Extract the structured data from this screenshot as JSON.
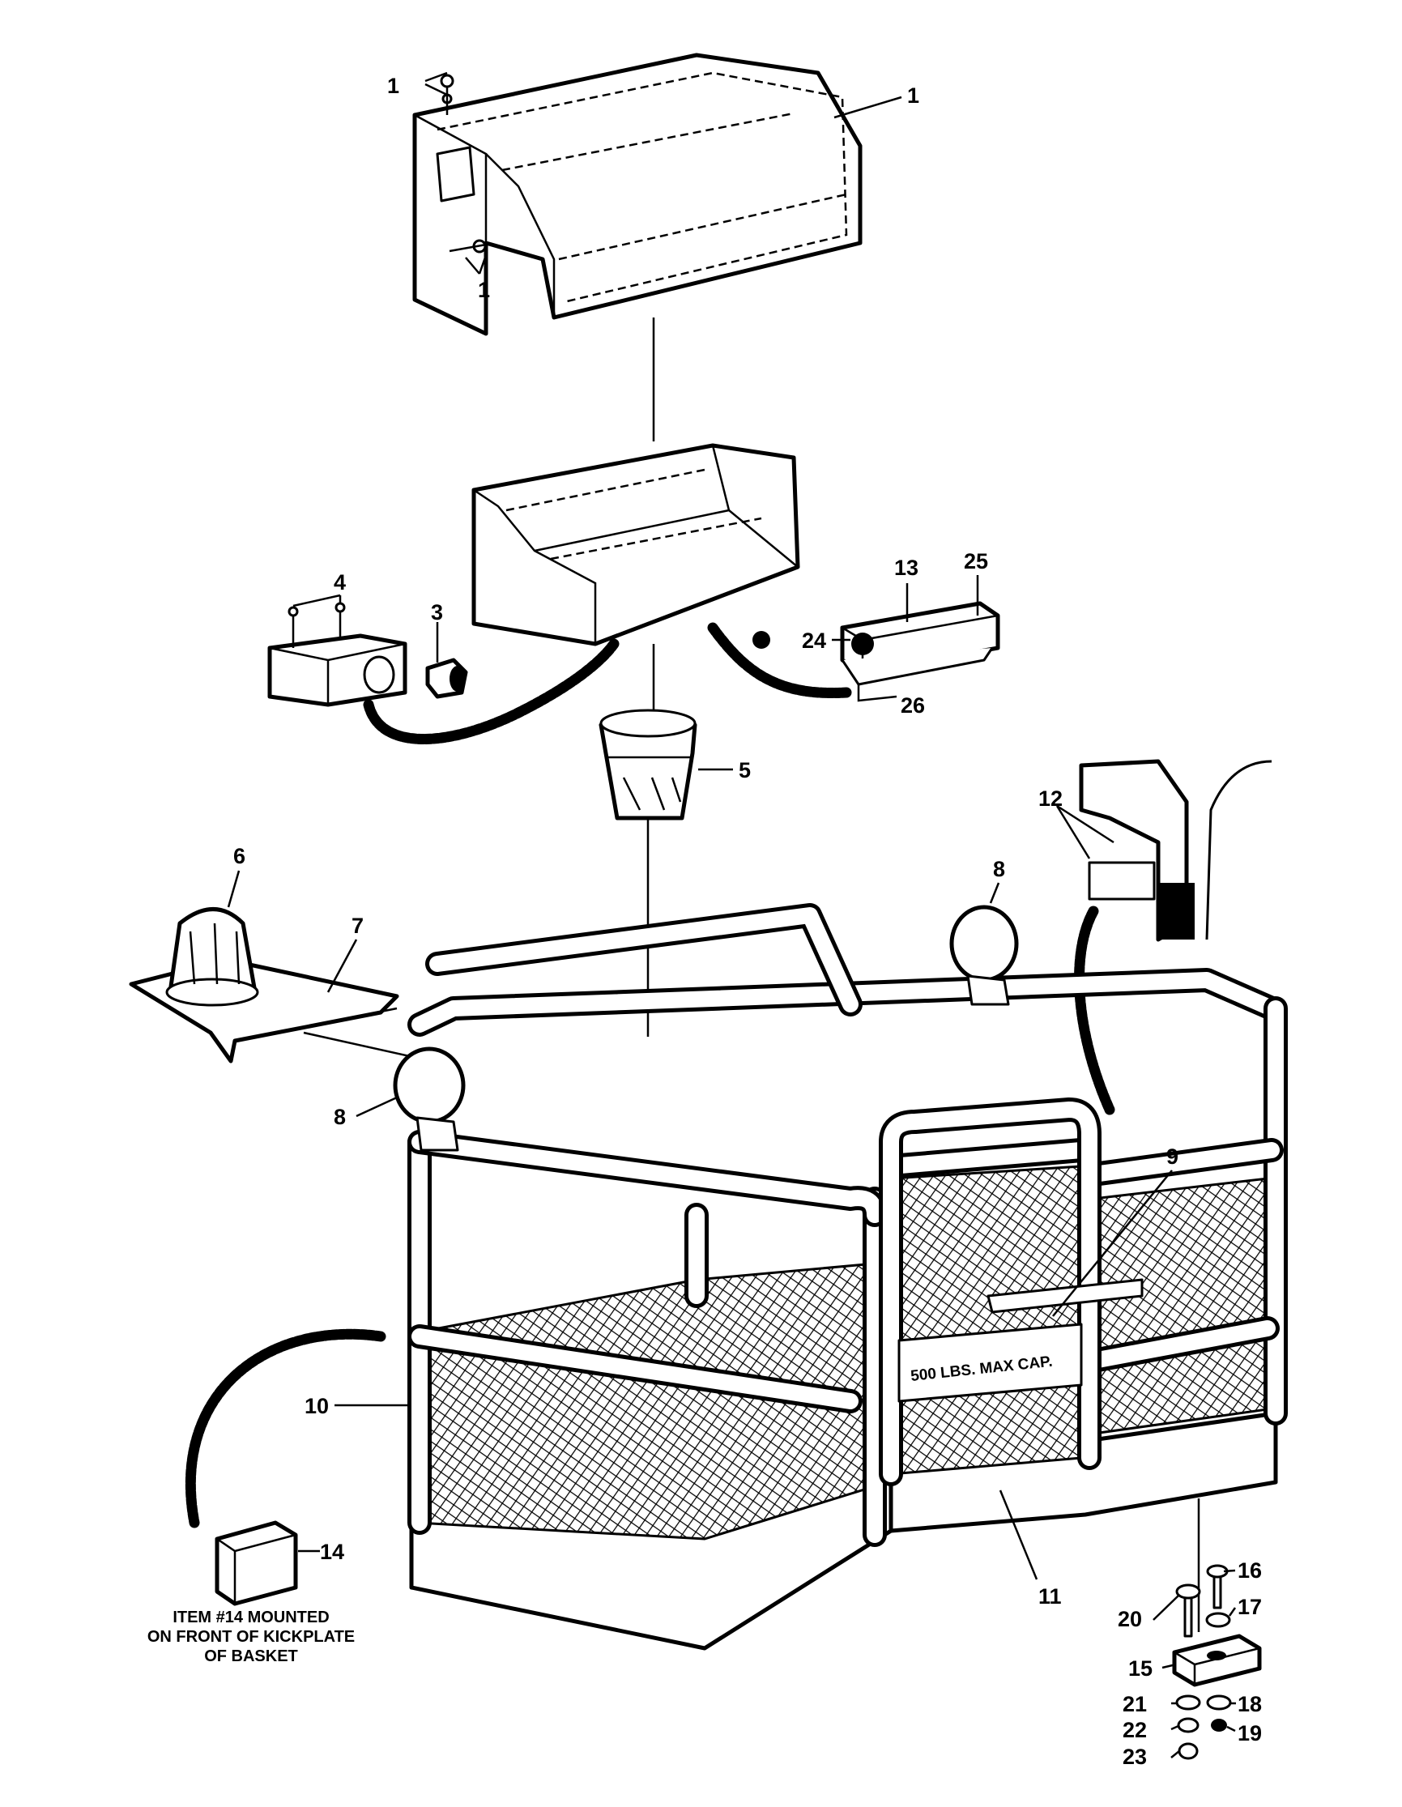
{
  "diagram": {
    "callouts": {
      "c1a": "1",
      "c1b": "1",
      "c1c": "1",
      "c3": "3",
      "c4": "4",
      "c5": "5",
      "c6": "6",
      "c7": "7",
      "c8a": "8",
      "c8b": "8",
      "c9": "9",
      "c10": "10",
      "c11": "11",
      "c12": "12",
      "c13": "13",
      "c14": "14",
      "c15": "15",
      "c16": "16",
      "c17": "17",
      "c18": "18",
      "c19": "19",
      "c20": "20",
      "c21": "21",
      "c22": "22",
      "c23": "23",
      "c24": "24",
      "c25": "25",
      "c26": "26"
    },
    "note_lines": [
      "ITEM #14 MOUNTED",
      "ON FRONT OF KICKPLATE",
      "OF BASKET"
    ],
    "decal_text": "500 LBS. MAX CAP."
  }
}
